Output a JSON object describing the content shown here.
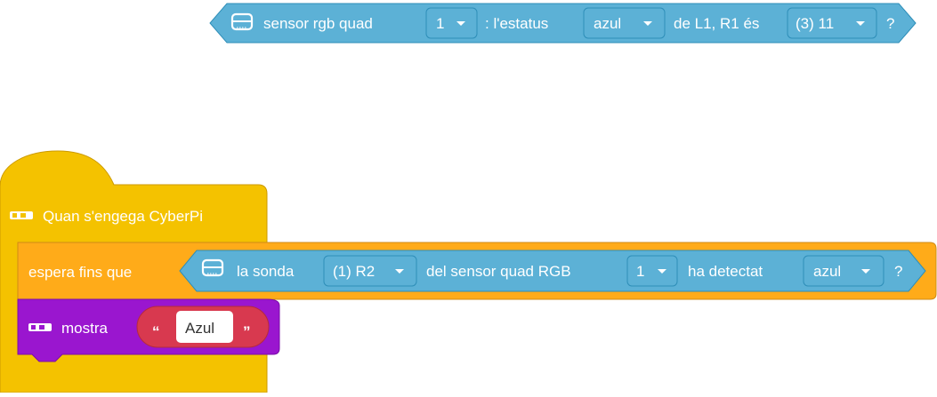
{
  "reporter_block": {
    "part1": "sensor rgb quad",
    "dropdown_sensor": "1",
    "part2": ": l'estatus",
    "dropdown_color": "azul",
    "part3": "de L1, R1 és",
    "dropdown_led": "(3) 11",
    "part4": "?"
  },
  "hat_block": {
    "label": "Quan s'engega CyberPi"
  },
  "wait_block": {
    "label": "espera fins que",
    "condition": {
      "part1": "la sonda",
      "dropdown_probe": "(1) R2",
      "part2": "del sensor quad RGB",
      "dropdown_sensor": "1",
      "part3": "ha detectat",
      "dropdown_color": "azul",
      "part4": "?"
    }
  },
  "show_block": {
    "label": "mostra",
    "open_quote": "“",
    "text_value": "Azul",
    "close_quote": "”"
  },
  "colors": {
    "sensing_blue": "#5cb1d6",
    "sensing_blue_border": "#2e8eb8",
    "event_yellow": "#f4c200",
    "event_yellow_border": "#cc9a00",
    "control_orange": "#ffab19",
    "control_orange_border": "#cf8b17",
    "display_purple": "#9a16cf",
    "display_purple_border": "#7a0da8",
    "string_red": "#d8394f"
  }
}
